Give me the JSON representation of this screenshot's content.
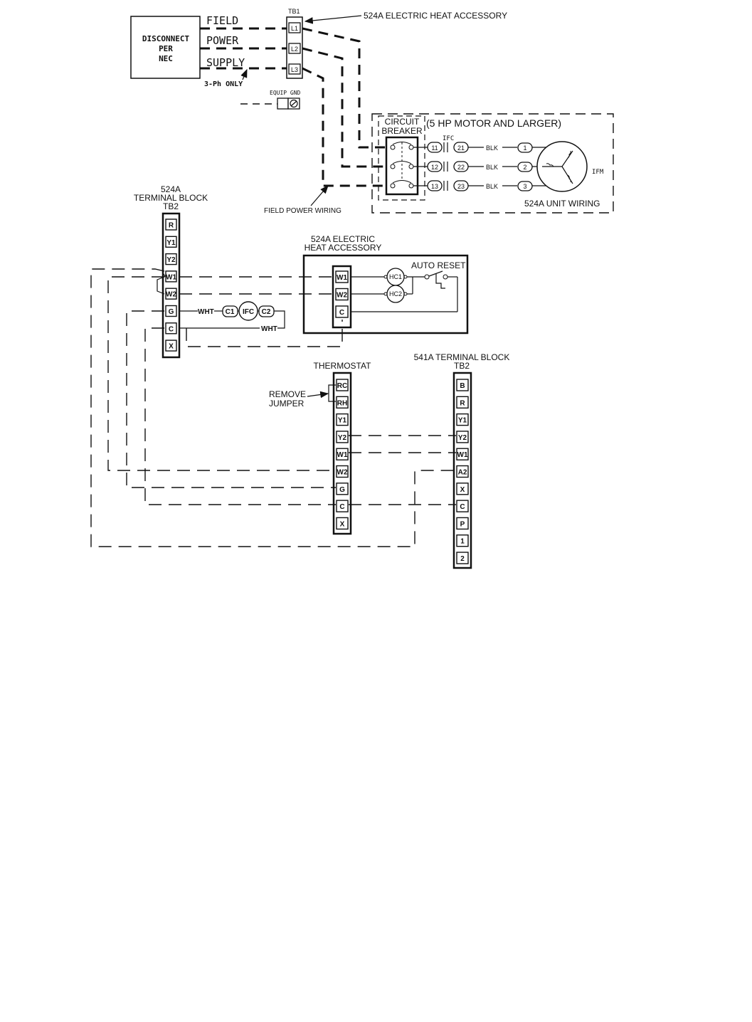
{
  "disconnect": {
    "line1": "DISCONNECT",
    "line2": "PER",
    "line3": "NEC"
  },
  "field_supply": {
    "field": "FIELD",
    "power": "POWER",
    "supply": "SUPPLY",
    "three_ph": "3-Ph ONLY"
  },
  "tb1": {
    "label": "TB1",
    "terminals": [
      "L1",
      "L2",
      "L3"
    ]
  },
  "callouts": {
    "heat_accessory": "524A ELECTRIC HEAT ACCESSORY",
    "equip_gnd": "EQUIP GND",
    "field_power_wiring": "FIELD POWER WIRING",
    "remove_jumper_1": "REMOVE",
    "remove_jumper_2": "JUMPER"
  },
  "unit_wiring": {
    "title": "(5 HP MOTOR AND LARGER)",
    "breaker_1": "CIRCUIT",
    "breaker_2": "BREAKER",
    "ifc": "IFC",
    "ifm": "IFM",
    "footer": "524A UNIT WIRING",
    "contacts_in": [
      "11",
      "12",
      "13"
    ],
    "contacts_out": [
      "21",
      "22",
      "23"
    ],
    "wire": "BLK",
    "motor_leads": [
      "1",
      "2",
      "3"
    ]
  },
  "tb2_524a": {
    "line1": "524A",
    "line2": "TERMINAL BLOCK",
    "line3": "TB2",
    "terminals": [
      "R",
      "Y1",
      "Y2",
      "W1",
      "W2",
      "G",
      "C",
      "X"
    ]
  },
  "fan_relay": {
    "c1": "C1",
    "ifc": "IFC",
    "c2": "C2",
    "wht": "WHT"
  },
  "heat_accessory_box": {
    "line1": "524A ELECTRIC",
    "line2": "HEAT ACCESSORY",
    "auto_reset": "AUTO RESET",
    "terminals": [
      "W1",
      "W2",
      "C"
    ],
    "heaters": [
      "HC1",
      "HC2"
    ]
  },
  "thermostat": {
    "label": "THERMOSTAT",
    "terminals": [
      "RC",
      "RH",
      "Y1",
      "Y2",
      "W1",
      "W2",
      "G",
      "C",
      "X"
    ]
  },
  "tb2_541a": {
    "line1": "541A TERMINAL BLOCK",
    "line2": "TB2",
    "terminals": [
      "B",
      "R",
      "Y1",
      "Y2",
      "W1",
      "A2",
      "X",
      "C",
      "P",
      "1",
      "2"
    ]
  }
}
